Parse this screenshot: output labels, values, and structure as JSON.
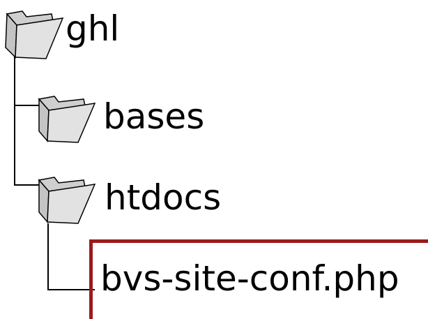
{
  "tree": {
    "root": {
      "label": "ghl",
      "icon": "folder-icon"
    },
    "children": [
      {
        "label": "bases",
        "icon": "folder-icon"
      },
      {
        "label": "htdocs",
        "icon": "folder-icon"
      }
    ],
    "file": {
      "label": "bvs-site-conf.php",
      "highlighted": true
    }
  },
  "colors": {
    "highlight": "#9b1b1b",
    "folder_fill": "#d9d9d9",
    "line": "#000000"
  }
}
